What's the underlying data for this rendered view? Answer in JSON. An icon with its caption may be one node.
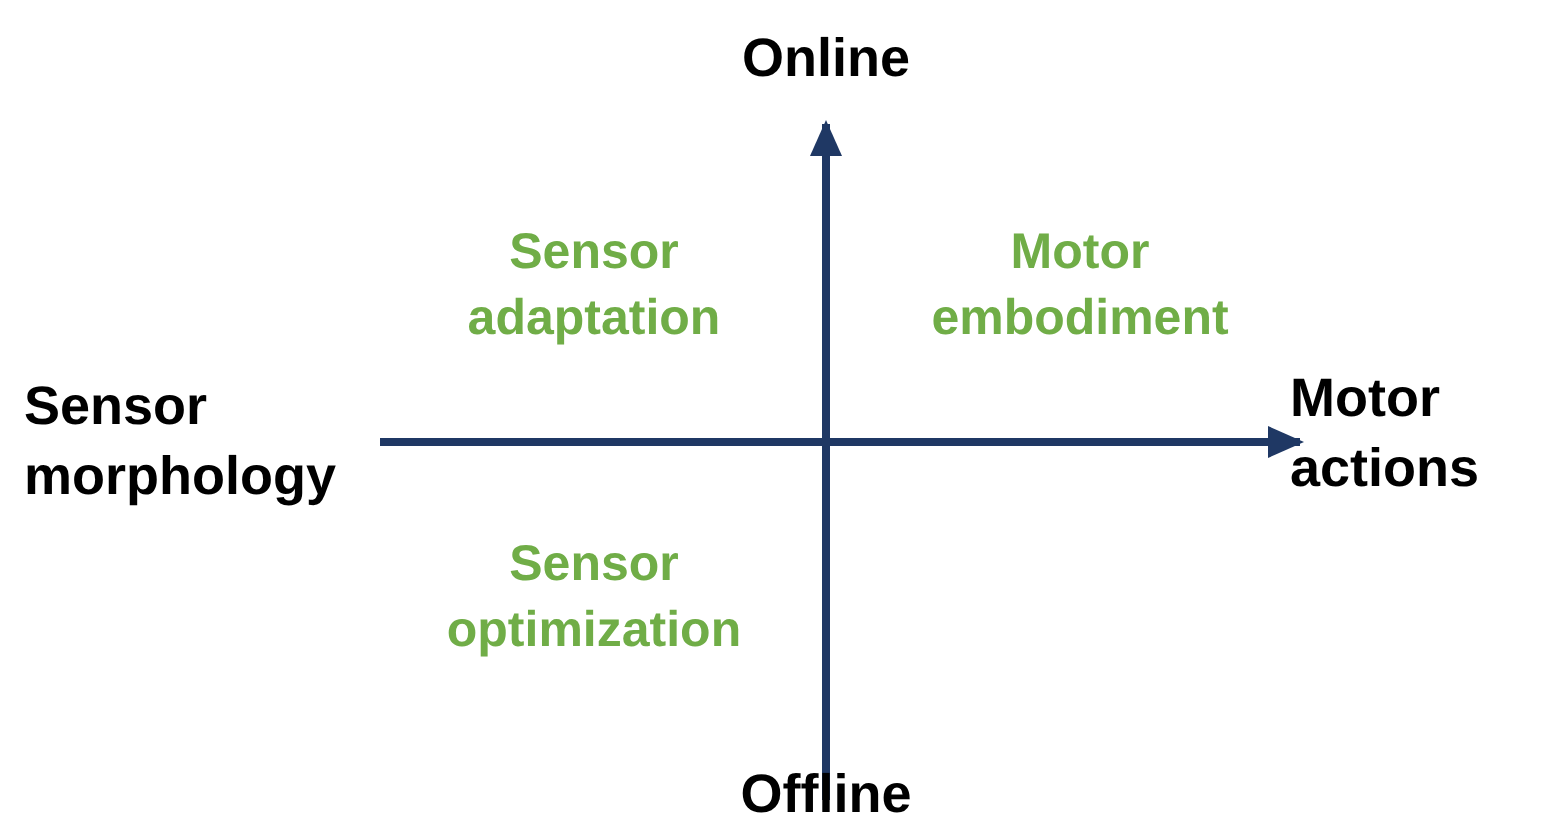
{
  "diagram": {
    "labels": [
      "Online",
      "Sensor adaptation",
      "Motor embodiment",
      "Sensor morphology",
      "Motor actions",
      "Sensor optimization",
      "Offline"
    ]
  }
}
